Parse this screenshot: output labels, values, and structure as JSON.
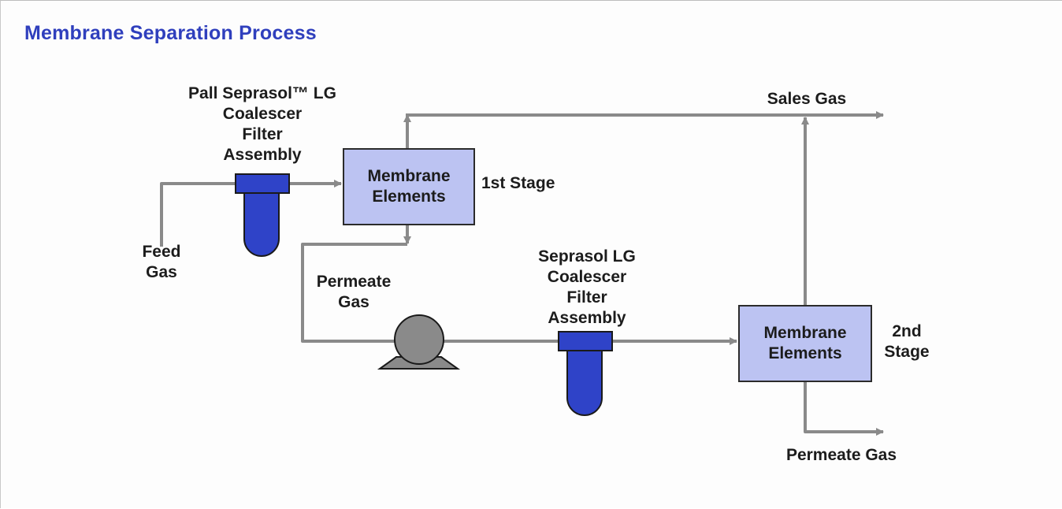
{
  "title": "Membrane Separation Process",
  "colors": {
    "title": "#2f3fbd",
    "pipe": "#8a8a8a",
    "filter": "#2f43c8",
    "membrane_fill": "#bcc3f2",
    "pump": "#8a8a8a"
  },
  "labels": {
    "feed_gas": [
      "Feed",
      "Gas"
    ],
    "filter1": [
      "Pall Seprasol™ LG",
      "Coalescer",
      "Filter",
      "Assembly"
    ],
    "membrane1": [
      "Membrane",
      "Elements"
    ],
    "stage1": "1st Stage",
    "sales_gas": "Sales Gas",
    "permeate_gas_left": [
      "Permeate",
      "Gas"
    ],
    "filter2": [
      "Seprasol LG",
      "Coalescer",
      "Filter",
      "Assembly"
    ],
    "membrane2": [
      "Membrane",
      "Elements"
    ],
    "stage2": [
      "2nd",
      "Stage"
    ],
    "permeate_gas_right": "Permeate Gas"
  },
  "icons": {
    "filter": "coalescer-filter-icon",
    "pump": "compressor-pump-icon"
  }
}
